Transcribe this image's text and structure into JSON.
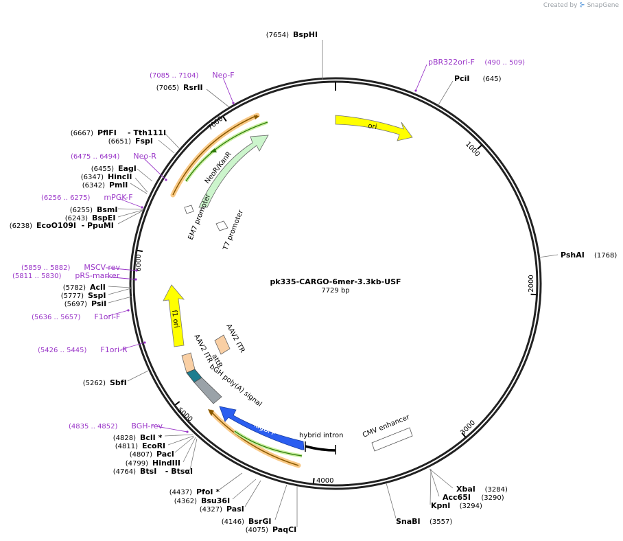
{
  "credit": {
    "created_by": "Created by",
    "brand": "SnapGene"
  },
  "plasmid": {
    "name": "pk335-CARGO-6mer-3.3kb-USF",
    "size_label": "7729 bp",
    "length": 7729
  },
  "colors": {
    "site": "#000000",
    "primer": "#9a36c8",
    "feature_line": "#555555"
  },
  "ticks": [
    "1000",
    "2000",
    "3000",
    "4000",
    "5000",
    "6000",
    "7000"
  ],
  "enzymes": [
    {
      "name": "BspHI",
      "pos": "(7654)"
    },
    {
      "name": "PciI",
      "pos": "(645)"
    },
    {
      "name": "PshAI",
      "pos": "(1768)"
    },
    {
      "name": "XbaI",
      "pos": "(3284)"
    },
    {
      "name": "Acc65I",
      "pos": "(3290)"
    },
    {
      "name": "KpnI",
      "pos": "(3294)"
    },
    {
      "name": "SnaBI",
      "pos": "(3557)"
    },
    {
      "name": "PaqCI",
      "pos": "(4075)"
    },
    {
      "name": "BsrGI",
      "pos": "(4146)"
    },
    {
      "name": "PasI",
      "pos": "(4327)"
    },
    {
      "name": "Bsu36I",
      "pos": "(4362)"
    },
    {
      "name": "PfoI *",
      "pos": "(4437)"
    },
    {
      "name": "BtsI",
      "pos": "(4764)",
      "extra": "- BtsαI"
    },
    {
      "name": "HindIII",
      "pos": "(4799)"
    },
    {
      "name": "PacI",
      "pos": "(4807)"
    },
    {
      "name": "EcoRI",
      "pos": "(4811)"
    },
    {
      "name": "BclI *",
      "pos": "(4828)"
    },
    {
      "name": "SbfI",
      "pos": "(5262)"
    },
    {
      "name": "PsiI",
      "pos": "(5697)"
    },
    {
      "name": "SspI",
      "pos": "(5777)"
    },
    {
      "name": "AclI",
      "pos": "(5782)"
    },
    {
      "name": "EcoO109I",
      "pos": "(6238)",
      "extra": "- PpuMI"
    },
    {
      "name": "BspEI",
      "pos": "(6243)"
    },
    {
      "name": "BsmI",
      "pos": "(6255)"
    },
    {
      "name": "PmlI",
      "pos": "(6342)"
    },
    {
      "name": "HincII",
      "pos": "(6347)"
    },
    {
      "name": "EagI",
      "pos": "(6455)"
    },
    {
      "name": "FspI",
      "pos": "(6651)"
    },
    {
      "name": "PflFI",
      "pos": "(6667)",
      "extra": "- Tth111I"
    },
    {
      "name": "RsrII",
      "pos": "(7065)"
    }
  ],
  "primers": [
    {
      "name": "pBR322ori-F",
      "range": "(490 .. 509)"
    },
    {
      "name": "BGH-rev",
      "range": "(4835 .. 4852)"
    },
    {
      "name": "F1ori-R",
      "range": "(5426 .. 5445)"
    },
    {
      "name": "F1ori-F",
      "range": "(5636 .. 5657)"
    },
    {
      "name": "pRS-marker",
      "range": "(5811 .. 5830)"
    },
    {
      "name": "MSCV-rev",
      "range": "(5859 .. 5882)"
    },
    {
      "name": "mPGK-F",
      "range": "(6256 .. 6275)"
    },
    {
      "name": "Neo-R",
      "range": "(6475 .. 6494)"
    },
    {
      "name": "Neo-F",
      "range": "(7085 .. 7104)"
    }
  ],
  "features": {
    "ori": "ori",
    "neor": "NeoR/KanR",
    "em7": "EM7 promoter",
    "t7": "T7 promoter",
    "f1ori": "f1 ori",
    "aav2_itr_a": "AAV2 ITR",
    "aav2_itr_b": "AAV2 ITR",
    "attb": "attB",
    "bgh": "bGH poly(A) signal",
    "tagbfp": "TagBFP",
    "hybrid_intron": "hybrid intron",
    "cmv": "CMV enhancer"
  }
}
